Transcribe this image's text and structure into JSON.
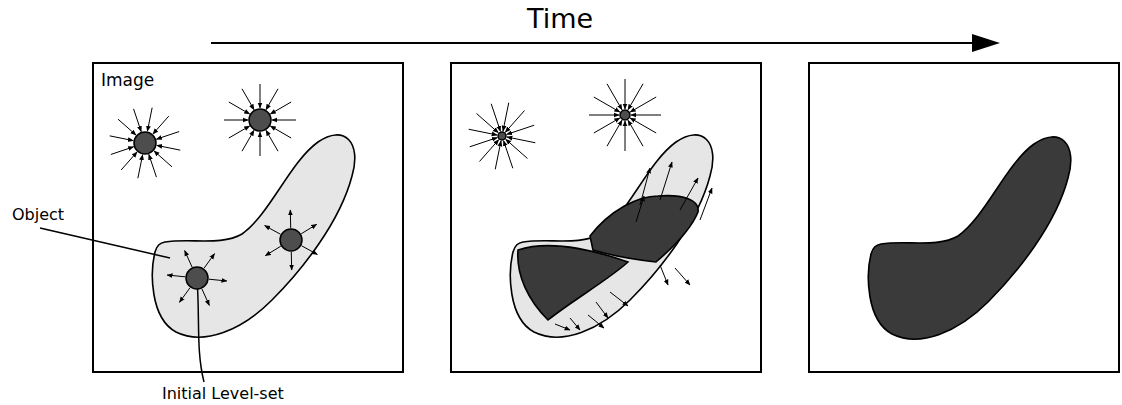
{
  "diagram": {
    "nodes": [
      {
        "text": [
          "Image"
        ]
      }
    ],
    "labels": [
      "Time",
      "Object",
      "Initial Level-set"
    ]
  }
}
